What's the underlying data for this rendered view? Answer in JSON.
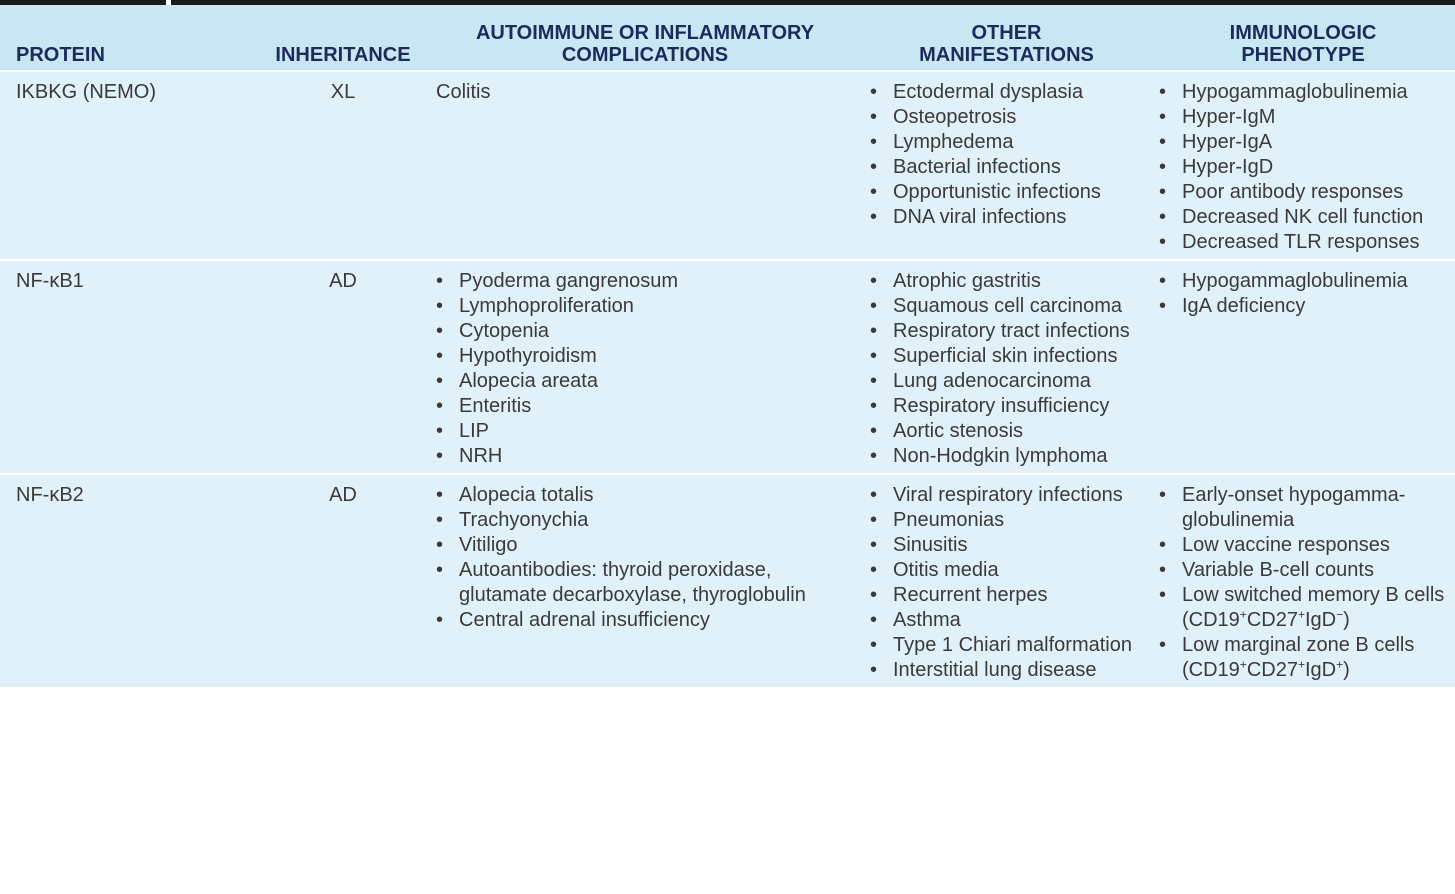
{
  "header": {
    "protein": "PROTEIN",
    "inheritance": "INHERITANCE",
    "complications_line1": "AUTOIMMUNE OR INFLAMMATORY",
    "complications_line2": "COMPLICATIONS",
    "other_line1": "OTHER",
    "other_line2": "MANIFESTATIONS",
    "phenotype_line1": "IMMUNOLOGIC",
    "phenotype_line2": "PHENOTYPE"
  },
  "rows": [
    {
      "protein": "IKBKG (NEMO)",
      "inheritance": "XL",
      "complications_text": "Colitis",
      "other": [
        "Ectodermal dysplasia",
        "Osteopetrosis",
        "Lymphedema",
        "Bacterial infections",
        "Opportunistic infections",
        "DNA viral infections"
      ],
      "phenotype": [
        "Hypogammaglobulinemia",
        "Hyper-IgM",
        "Hyper-IgA",
        "Hyper-IgD",
        "Poor antibody responses",
        "Decreased NK cell function",
        "Decreased TLR responses"
      ]
    },
    {
      "protein": "NF-κB1",
      "inheritance": "AD",
      "complications": [
        "Pyoderma gangrenosum",
        "Lymphoproliferation",
        "Cytopenia",
        "Hypothyroidism",
        "Alopecia areata",
        "Enteritis",
        "LIP",
        "NRH"
      ],
      "other": [
        "Atrophic gastritis",
        "Squamous cell carcinoma",
        "Respiratory tract infections",
        "Superficial skin infections",
        "Lung adenocarcinoma",
        "Respiratory insufficiency",
        "Aortic stenosis",
        "Non-Hodgkin lymphoma"
      ],
      "phenotype": [
        "Hypogammaglobulinemia",
        "IgA deficiency"
      ]
    },
    {
      "protein": "NF-κB2",
      "inheritance": "AD",
      "complications": [
        "Alopecia totalis",
        "Trachyonychia",
        "Vitiligo",
        "Autoantibodies: thyroid peroxidase, glutamate decarboxylase, thyroglobulin",
        "Central adrenal insufficiency"
      ],
      "other": [
        "Viral respiratory infections",
        "Pneumonias",
        "Sinusitis",
        "Otitis media",
        "Recurrent herpes",
        "Asthma",
        "Type 1 Chiari malformation",
        "Interstitial lung disease"
      ],
      "phenotype": [
        "Early-onset hypogamma-globulinemia",
        "Low vaccine responses",
        "Variable B-cell counts"
      ],
      "phenotype_memory": {
        "lead": "Low switched memory B cells (CD19",
        "sup1": "+",
        "mid": "CD27",
        "sup2": "+",
        "tail": "IgD",
        "sup3": "−",
        "close": ")"
      },
      "phenotype_marginal": {
        "lead": "Low marginal zone B cells (CD19",
        "sup1": "+",
        "mid": "CD27",
        "sup2": "+",
        "tail": "IgD",
        "sup3": "+",
        "close": ")"
      }
    }
  ]
}
